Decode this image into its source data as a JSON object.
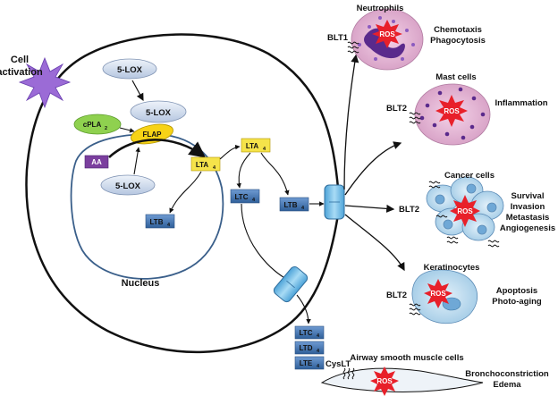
{
  "labels": {
    "cell_activation_1": "Cell",
    "cell_activation_2": "activation",
    "nucleus": "Nucleus",
    "five_lox": "5-LOX",
    "cpla2": "cPLA",
    "cpla2_sub": "2",
    "flap": "FLAP",
    "aa": "AA",
    "lta4": "LTA",
    "sub4": "4",
    "ltb4": "LTB",
    "ltc4": "LTC",
    "ltd4": "LTD",
    "lte4": "LTE",
    "cyslt": "CysLT",
    "ros": "ROS"
  },
  "receptors": {
    "blt1": "BLT1",
    "blt2": "BLT2"
  },
  "targets": {
    "neutrophils": {
      "title": "Neutrophils",
      "effects": [
        "Chemotaxis",
        "Phagocytosis"
      ]
    },
    "mast": {
      "title": "Mast cells",
      "effects": [
        "Inflammation"
      ]
    },
    "cancer": {
      "title": "Cancer cells",
      "effects": [
        "Survival",
        "Invasion",
        "Metastasis",
        "Angiogenesis"
      ]
    },
    "keratinocytes": {
      "title": "Keratinocytes",
      "effects": [
        "Apoptosis",
        "Photo-aging"
      ]
    },
    "airway": {
      "title": "Airway smooth muscle cells",
      "effects": [
        "Bronchoconstriction",
        "Edema"
      ]
    }
  },
  "colors": {
    "lox_fill": "#d6e0ef",
    "cpla2_fill": "#8fd14f",
    "flap_fill": "#f7d316",
    "aa_fill": "#7b3f9e",
    "lta4_fill": "#f5e34a",
    "lt_blue": "#4f81bd",
    "receptor_blue": "#7ec3ea",
    "ros_red": "#e8202a",
    "nucleus_stroke": "#3a5f8a",
    "cell_pink": "#e8b8d8",
    "cancer_blue": "#c8e2f2",
    "kerat_blue": "#b8d8ee",
    "starburst": "#a070d8"
  }
}
